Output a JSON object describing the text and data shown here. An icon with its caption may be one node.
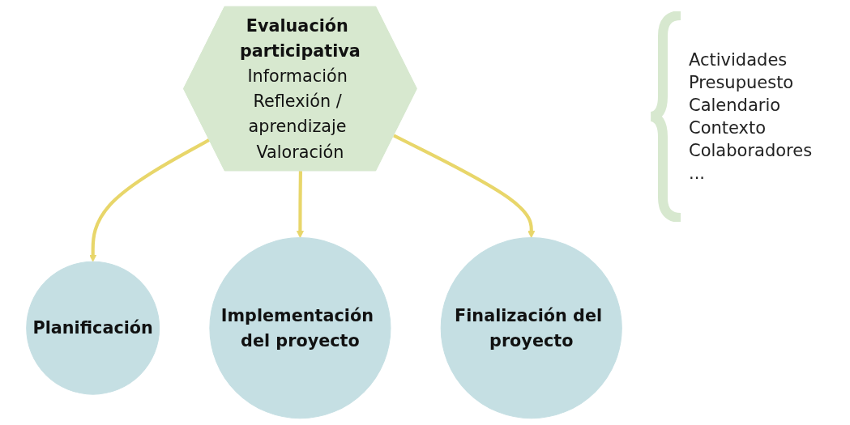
{
  "diagram": {
    "nodes": [
      {
        "text": [
          "Evaluación participativa",
          "Información Reflexión / aprendizaje Valoración"
        ]
      },
      {
        "text": [
          "Planificación"
        ]
      },
      {
        "text": [
          "Implementación del proyecto"
        ]
      },
      {
        "text": [
          "Finalización del proyecto"
        ]
      }
    ],
    "edges": [
      {
        "from": 0,
        "to": 1,
        "arrow": "to"
      },
      {
        "from": 0,
        "to": 2,
        "arrow": "to"
      },
      {
        "from": 0,
        "to": 3,
        "arrow": "to"
      }
    ],
    "labels": [
      "Actividades",
      "Presupuesto",
      "Calendario",
      "Contexto",
      "Colaboradores",
      "..."
    ]
  }
}
